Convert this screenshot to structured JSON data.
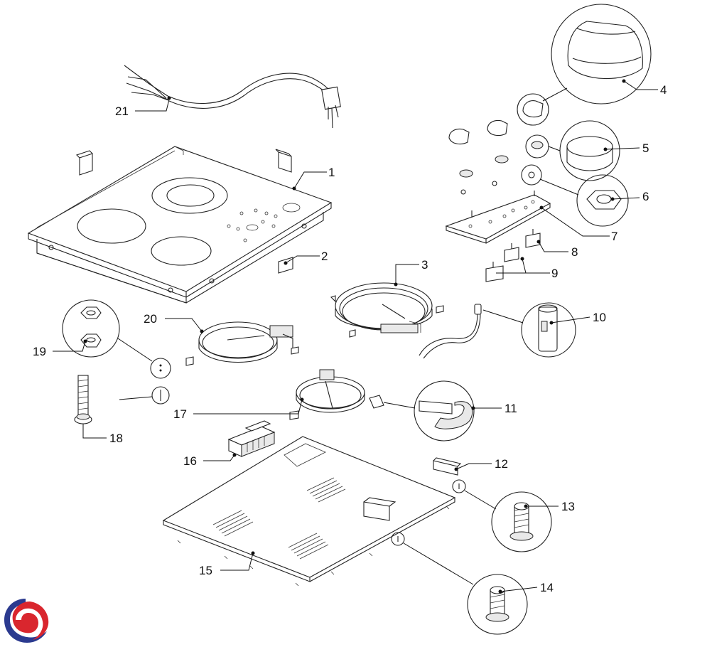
{
  "diagram": {
    "part_numbers": [
      "1",
      "2",
      "3",
      "4",
      "5",
      "6",
      "7",
      "8",
      "9",
      "10",
      "11",
      "12",
      "13",
      "14",
      "15",
      "16",
      "17",
      "18",
      "19",
      "20",
      "21"
    ]
  },
  "logo": {
    "colors": {
      "blue": "#2b3a8f",
      "red": "#d9262e"
    }
  }
}
